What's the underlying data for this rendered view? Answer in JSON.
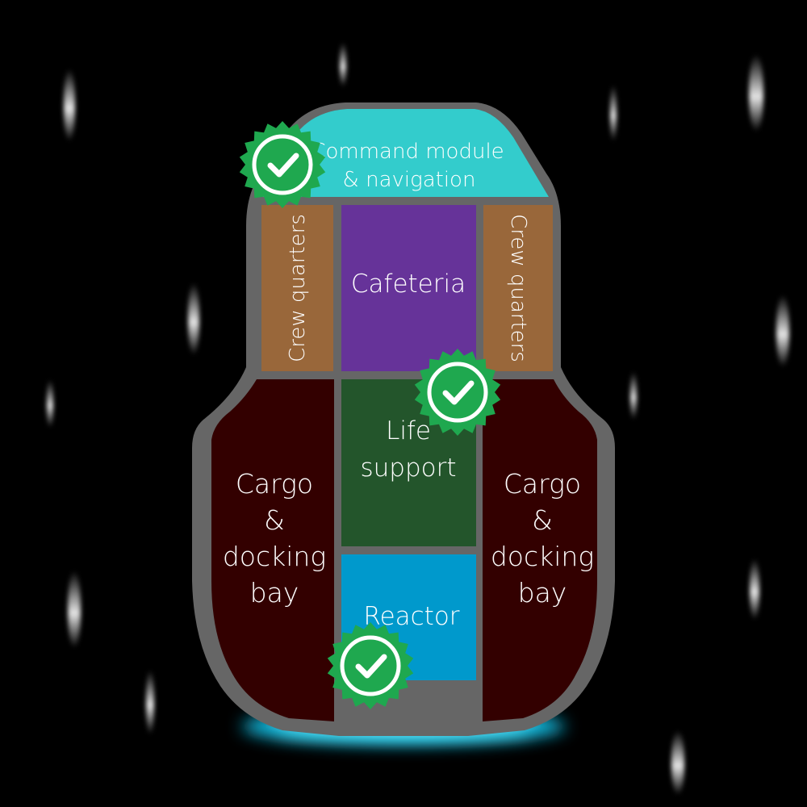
{
  "rooms": {
    "command": {
      "line1": "Command module",
      "line2": "& navigation",
      "color": "#33cccc",
      "completed": true
    },
    "crew_left": {
      "label": "Crew quarters",
      "color": "#99673a"
    },
    "crew_right": {
      "label": "Crew quarters",
      "color": "#99673a"
    },
    "cafeteria": {
      "label": "Cafeteria",
      "color": "#663399"
    },
    "life_support": {
      "line1": "Life",
      "line2": "support",
      "color": "#23552b",
      "completed": true
    },
    "cargo_left": {
      "line1": "Cargo",
      "line2": "&",
      "line3": "docking",
      "line4": "bay",
      "color": "#330000"
    },
    "cargo_right": {
      "line1": "Cargo",
      "line2": "&",
      "line3": "docking",
      "line4": "bay",
      "color": "#330000"
    },
    "reactor": {
      "label": "Reactor",
      "color": "#0099cc",
      "completed": true
    }
  },
  "colors": {
    "hull": "#666666",
    "badge": "#1fa84f",
    "engine_glow": "#15c8f0",
    "space": "#000000"
  },
  "icons": {
    "completion": "check-badge-icon",
    "engine": "engine-glow"
  }
}
